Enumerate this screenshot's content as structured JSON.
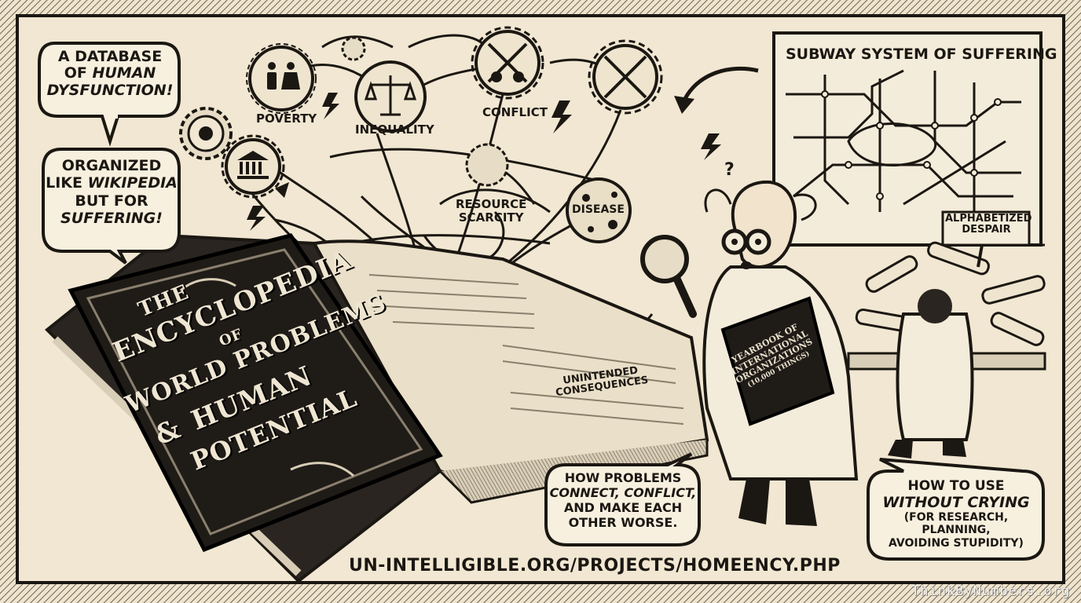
{
  "book": {
    "title_the": "THE",
    "title_encyclopedia": "ENCYCLOPEDIA",
    "title_of": "OF",
    "title_world": "WORLD PROBLEMS",
    "title_amp": "&",
    "title_human": "HUMAN",
    "title_potential": "POTENTIAL"
  },
  "bubbles": {
    "database": {
      "line1": "A DATABASE",
      "line2": "OF ",
      "line2_em": "HUMAN",
      "line3_em": "DYSFUNCTION!"
    },
    "wikipedia": {
      "line1": "ORGANIZED",
      "line2": "LIKE ",
      "line2_em": "WIKIPEDIA",
      "line3": "BUT FOR",
      "line4_em": "SUFFERING!"
    },
    "connect": {
      "line1": "HOW PROBLEMS",
      "line2_em": "CONNECT, CONFLICT,",
      "line3": "AND MAKE EACH",
      "line4": "OTHER WORSE."
    },
    "crying": {
      "line1": "HOW TO USE",
      "line2_em": "WITHOUT CRYING",
      "line3": "(FOR RESEARCH, PLANNING,",
      "line4": "AVOIDING STUPIDITY)"
    }
  },
  "nodes": {
    "poverty": "POVERTY",
    "inequality": "INEQUALITY",
    "conflict": "CONFLICT",
    "resource_line1": "RESOURCE",
    "resource_line2": "SCARCITY",
    "disease": "DISEASE",
    "unintended_line1": "UNINTENDED",
    "unintended_line2": "CONSEQUENCES"
  },
  "subway": {
    "title": "SUBWAY SYSTEM OF SUFFERING"
  },
  "sign": {
    "line1": "ALPHABETIZED",
    "line2": "DESPAIR"
  },
  "yearbook": {
    "line1": "YEARBOOK OF",
    "line2": "INTERNATIONAL",
    "line3": "ORGANIZATIONS",
    "line4": "(10,000 THINGS)"
  },
  "scientist": {
    "thought": "?"
  },
  "footer": {
    "url": "UN-INTELLIGIBLE.ORG/PROJECTS/HOMEENCY.PHP"
  },
  "watermark": "ThinkByNumbers.org",
  "colors": {
    "paper": "#f1e7d2",
    "ink": "#1b1712",
    "cover": "#1f1b17",
    "cover_text": "#efe6d2",
    "hatch": "#8a7f6d"
  },
  "icons": [
    "people-icon",
    "scales-icon",
    "crossed-swords-icon",
    "crossed-arrows-icon",
    "bank-icon",
    "gear-icon",
    "lightning-icon",
    "magnifying-glass-icon"
  ]
}
